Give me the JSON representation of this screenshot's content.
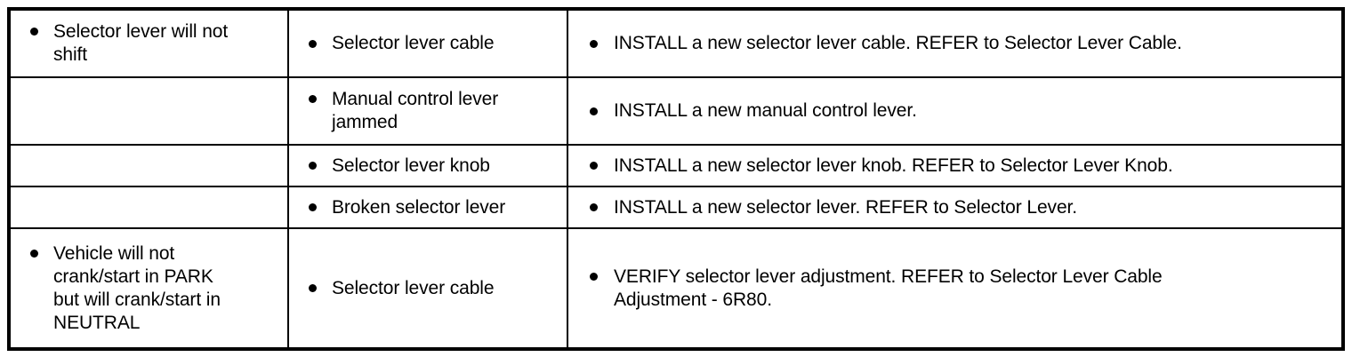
{
  "document": {
    "type": "symptom-chart-table",
    "columns": 3,
    "rows": 5,
    "text_color": "#000000",
    "background_color": "#ffffff",
    "bullet_glyph": "•"
  },
  "table": {
    "rows": [
      {
        "condition": "Selector lever will not\nshift",
        "possible_source": "Selector lever cable",
        "action": "INSTALL a new selector lever cable. REFER to Selector Lever Cable."
      },
      {
        "condition": "",
        "possible_source": "Manual control lever\njammed",
        "action": "INSTALL a new manual control lever."
      },
      {
        "condition": "",
        "possible_source": "Selector lever knob",
        "action": "INSTALL a new selector lever knob. REFER to Selector Lever Knob."
      },
      {
        "condition": "",
        "possible_source": "Broken selector lever",
        "action": "INSTALL a new selector lever. REFER to Selector Lever."
      },
      {
        "condition": "Vehicle will not\ncrank/start in PARK\nbut will crank/start in\nNEUTRAL",
        "possible_source": "Selector lever cable",
        "action": "VERIFY selector lever adjustment. REFER to Selector Lever Cable\nAdjustment - 6R80."
      }
    ]
  }
}
